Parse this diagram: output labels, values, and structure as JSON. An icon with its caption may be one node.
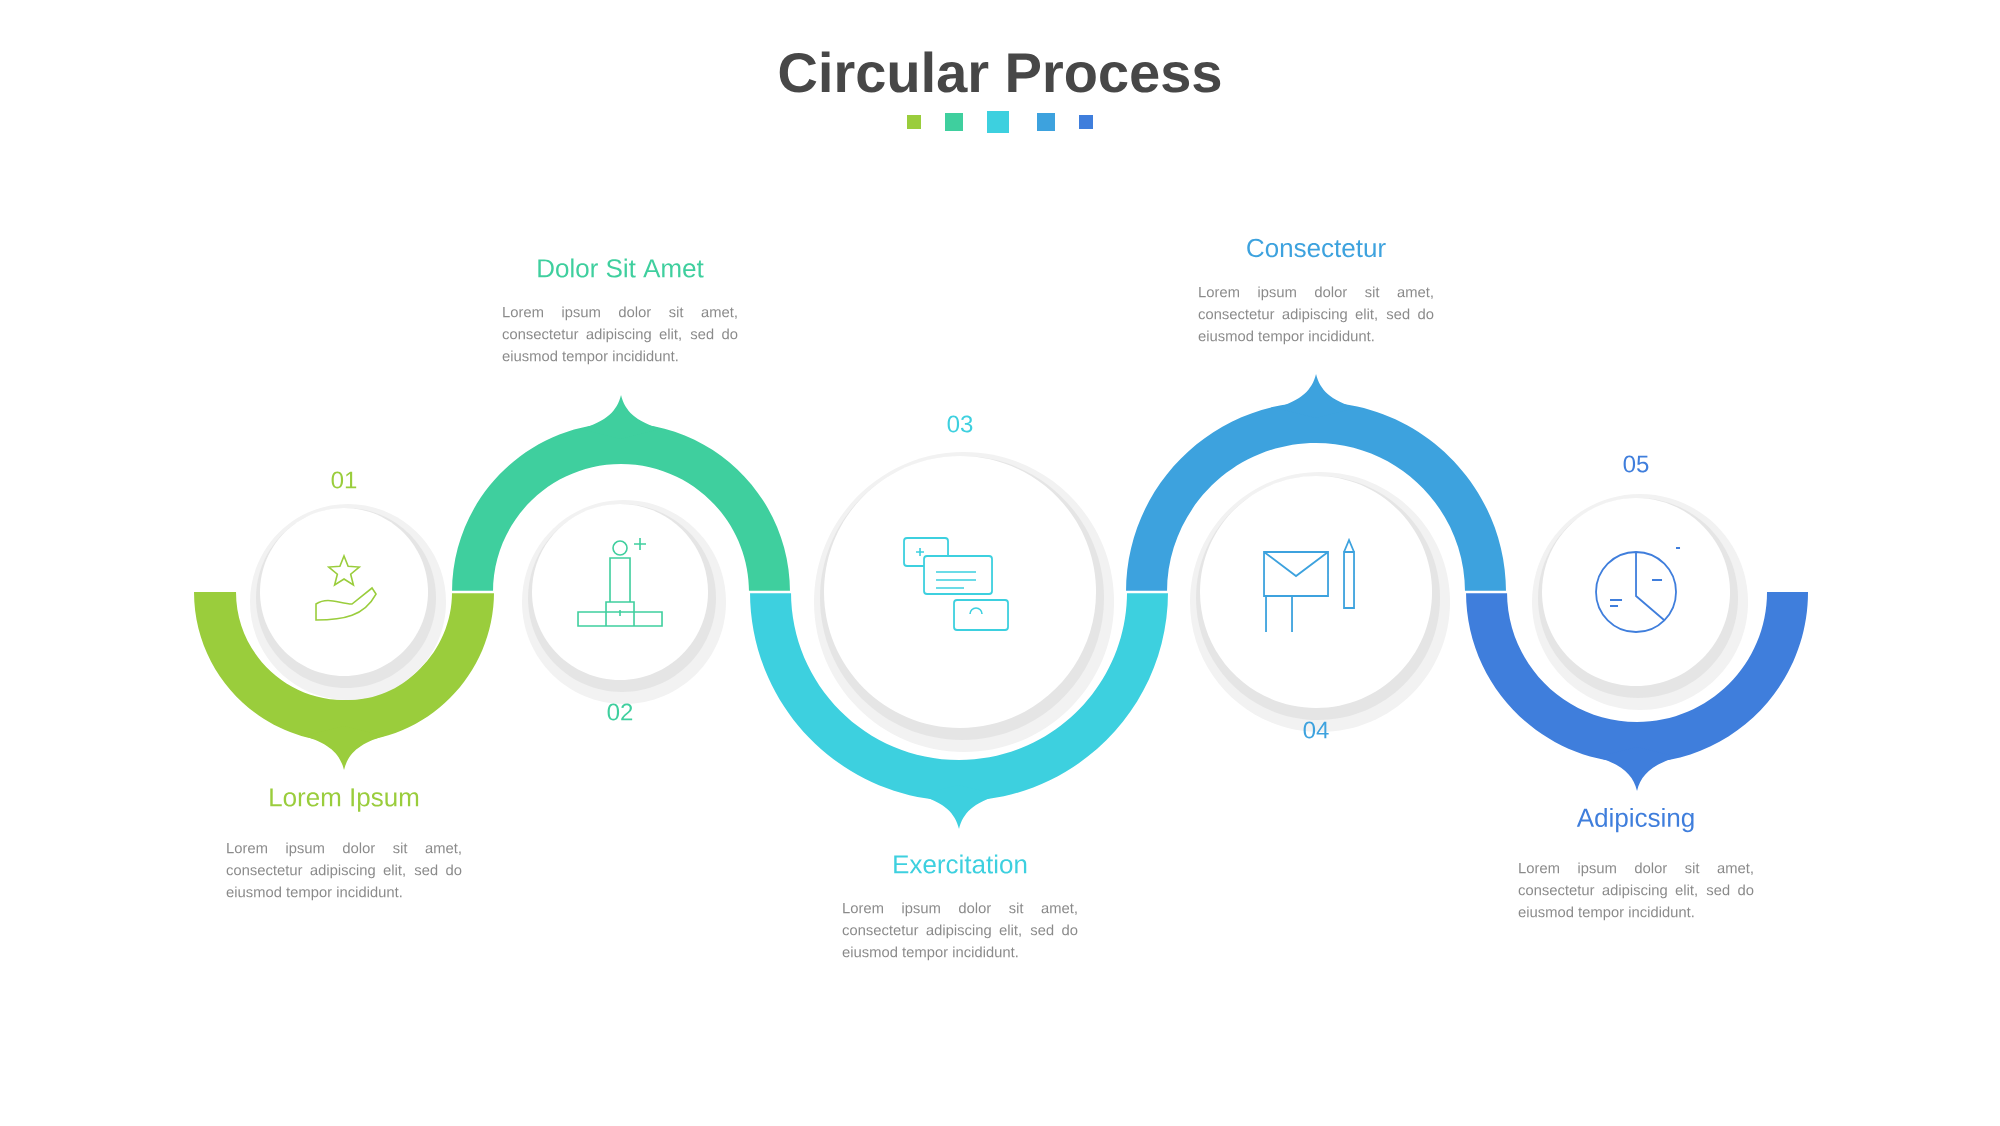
{
  "diagram": {
    "title": "Circular Process",
    "nodes": [
      {
        "text": [
          "01"
        ],
        "beside": [
          "Lorem Ipsum",
          "Lorem ipsum dolor sit amet, consectetur adipiscing elit, sed do eiusmod tempor incididunt."
        ]
      },
      {
        "text": [
          "02"
        ],
        "beside": [
          "Dolor Sit Amet",
          "Lorem ipsum dolor sit amet, consectetur adipiscing elit, sed do eiusmod tempor incididunt."
        ]
      },
      {
        "text": [
          "03"
        ],
        "beside": [
          "Exercitation",
          "Lorem ipsum dolor sit amet, consectetur adipiscing elit, sed do eiusmod tempor incididunt."
        ]
      },
      {
        "text": [
          "04"
        ],
        "beside": [
          "Consectetur",
          "Lorem ipsum dolor sit amet, consectetur adipiscing elit, sed do eiusmod tempor incididunt."
        ]
      },
      {
        "text": [
          "05"
        ],
        "beside": [
          "Adipicsing",
          "Lorem ipsum dolor sit amet, consectetur adipiscing elit, sed do eiusmod tempor incididunt."
        ]
      }
    ]
  }
}
